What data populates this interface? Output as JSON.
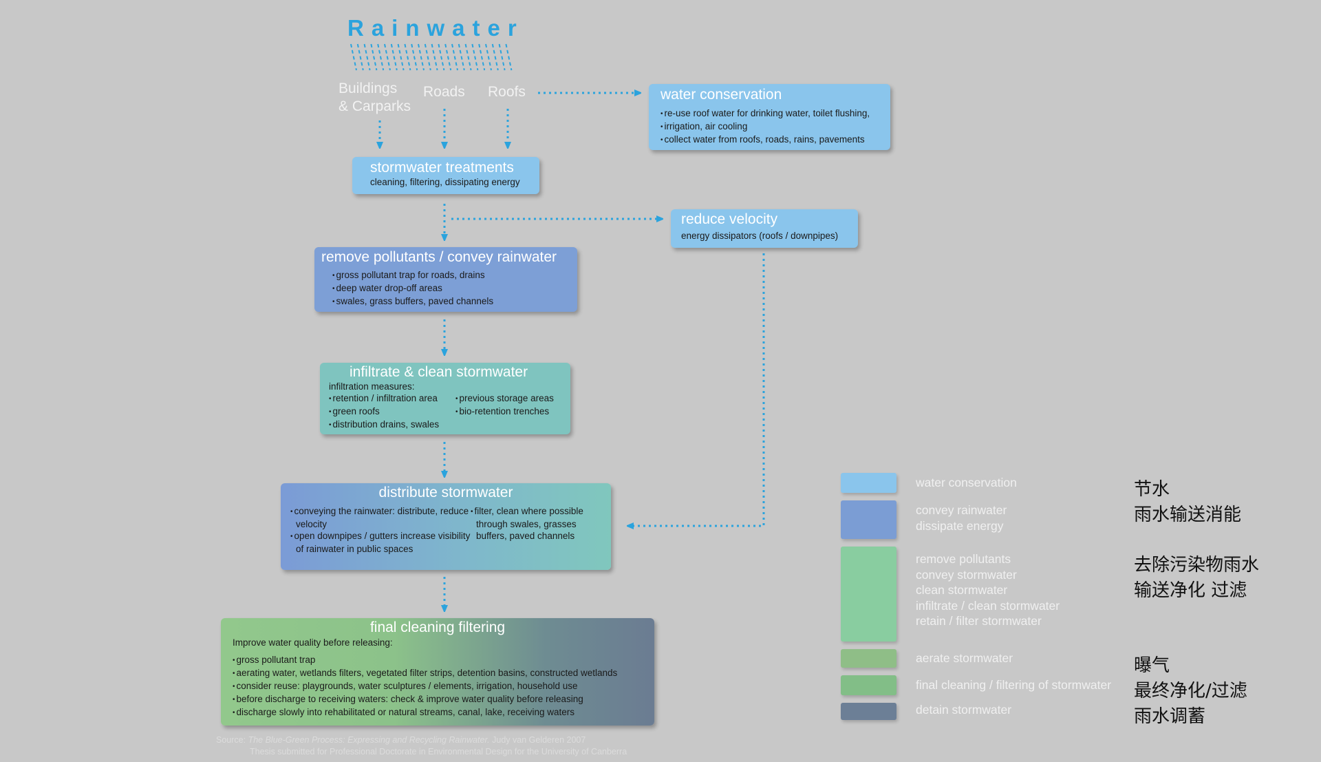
{
  "title": "Rainwater",
  "sources": {
    "buildings": "Buildings",
    "carparks": "& Carparks",
    "roads": "Roads",
    "roofs": "Roofs"
  },
  "boxes": {
    "water_conservation": {
      "heading": "water conservation",
      "items": [
        "re-use roof water for drinking water, toilet flushing,",
        "irrigation, air cooling",
        "collect water from roofs, roads, rains, pavements"
      ]
    },
    "stormwater_treatments": {
      "heading": "stormwater treatments",
      "subtitle": "cleaning, filtering, dissipating energy"
    },
    "reduce_velocity": {
      "heading": "reduce velocity",
      "subtitle": "energy dissipators (roofs / downpipes)"
    },
    "remove_pollutants": {
      "heading": "remove pollutants / convey rainwater",
      "items": [
        "gross pollutant trap for roads, drains",
        "deep water drop-off areas",
        "swales, grass buffers, paved channels"
      ]
    },
    "infiltrate": {
      "heading": "infiltrate & clean stormwater",
      "intro": "infiltration measures:",
      "col1": [
        "retention / infiltration area",
        "green roofs",
        "distribution drains, swales"
      ],
      "col2": [
        "previous storage areas",
        "bio-retention trenches"
      ]
    },
    "distribute": {
      "heading": "distribute stormwater",
      "col1": [
        "conveying the rainwater: distribute, reduce velocity",
        "open downpipes / gutters increase visibility of rainwater in public spaces"
      ],
      "col2": [
        "filter, clean where possible through swales, grasses buffers, paved channels"
      ]
    },
    "final_cleaning": {
      "heading": "final cleaning filtering",
      "intro": "Improve water quality before releasing:",
      "items": [
        "gross pollutant trap",
        "aerating water, wetlands filters, vegetated filter strips, detention basins, constructed wetlands",
        "consider reuse: playgrounds, water sculptures / elements, irrigation, household use",
        "before discharge to receiving waters: check & improve water quality before releasing",
        "discharge slowly into rehabilitated or natural streams, canal, lake, receiving waters"
      ]
    }
  },
  "legend": [
    {
      "label": "water conservation",
      "color": "#8ac5ec"
    },
    {
      "label": "convey rainwater\ndissipate energy",
      "color": "#7b9dd4"
    },
    {
      "label": "remove pollutants\nconvey stormwater\nclean stormwater\ninfiltrate / clean stormwater\nretain / filter stormwater",
      "color": "#89cda0"
    },
    {
      "label": "aerate stormwater",
      "color": "#8fbe87"
    },
    {
      "label": "final cleaning / filtering of stormwater",
      "color": "#82be87"
    },
    {
      "label": "detain stormwater",
      "color": "#6c7f96"
    }
  ],
  "chinese_labels": [
    "节水",
    "雨水输送消能",
    "去除污染物雨水",
    "输送净化 过滤",
    "曝气",
    "最终净化/过滤",
    "雨水调蓄"
  ],
  "citation": {
    "prefix": "Source: ",
    "work": "The Blue-Green Process: Expressing and Recycling Rainwater.",
    "author": " Judy van Gelderen 2007",
    "line2": "Thesis submitted for Professional Doctorate in Environmental Design for the University of Canberra"
  },
  "colors": {
    "arrow": "#2ba3dd",
    "background": "#c8c8c8"
  }
}
